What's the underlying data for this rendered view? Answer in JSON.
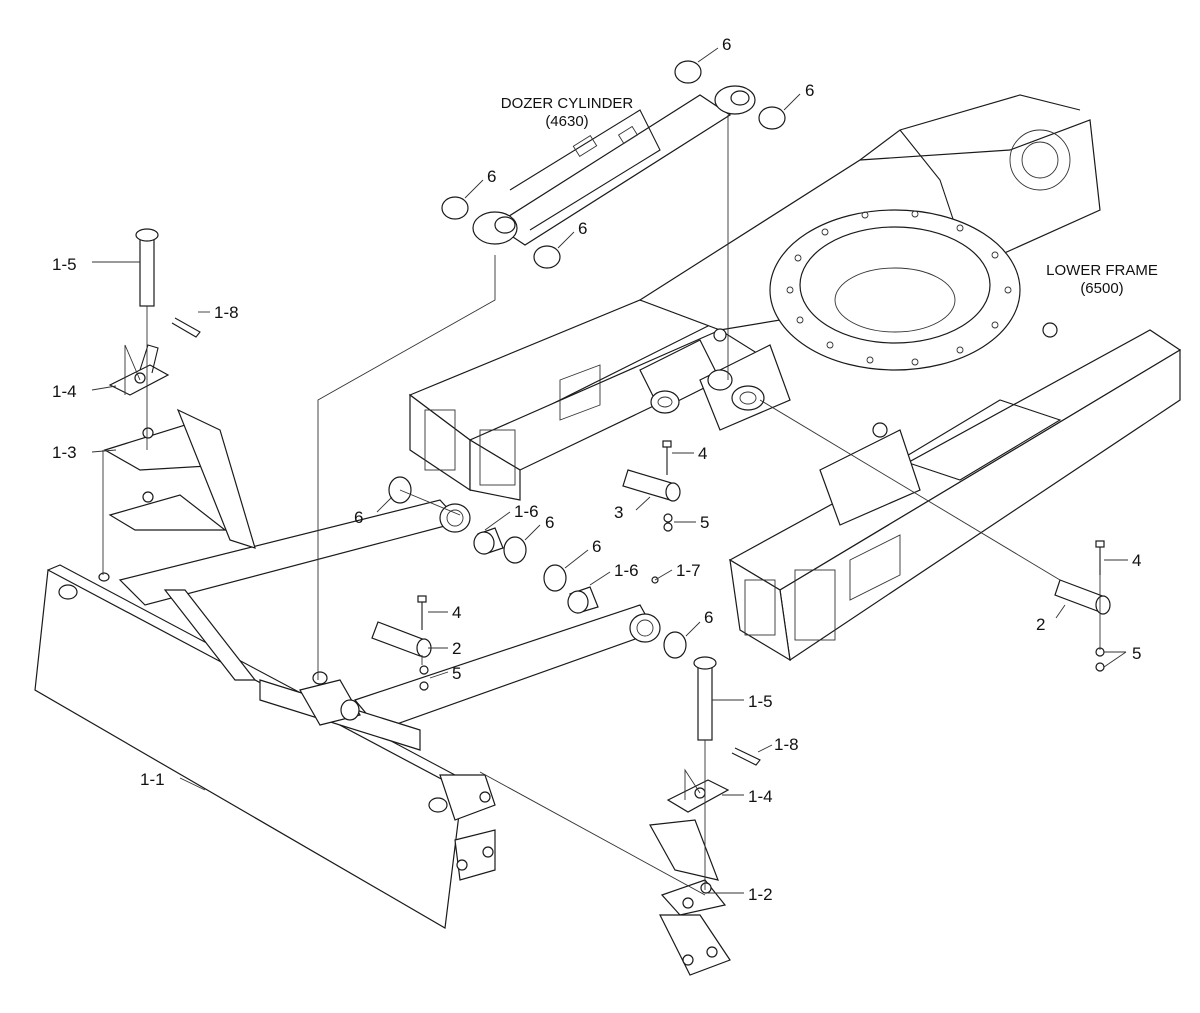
{
  "captions": {
    "dozer_cylinder": {
      "name": "DOZER CYLINDER",
      "code": "(4630)"
    },
    "lower_frame": {
      "name": "LOWER FRAME",
      "code": "(6500)"
    }
  },
  "callouts": [
    "1-1",
    "1-2",
    "1-3",
    "1-4",
    "1-4",
    "1-5",
    "1-5",
    "1-6",
    "1-6",
    "1-7",
    "1-8",
    "1-8",
    "2",
    "2",
    "3",
    "4",
    "4",
    "4",
    "5",
    "5",
    "5",
    "6",
    "6",
    "6",
    "6",
    "6",
    "6",
    "6",
    "6"
  ]
}
